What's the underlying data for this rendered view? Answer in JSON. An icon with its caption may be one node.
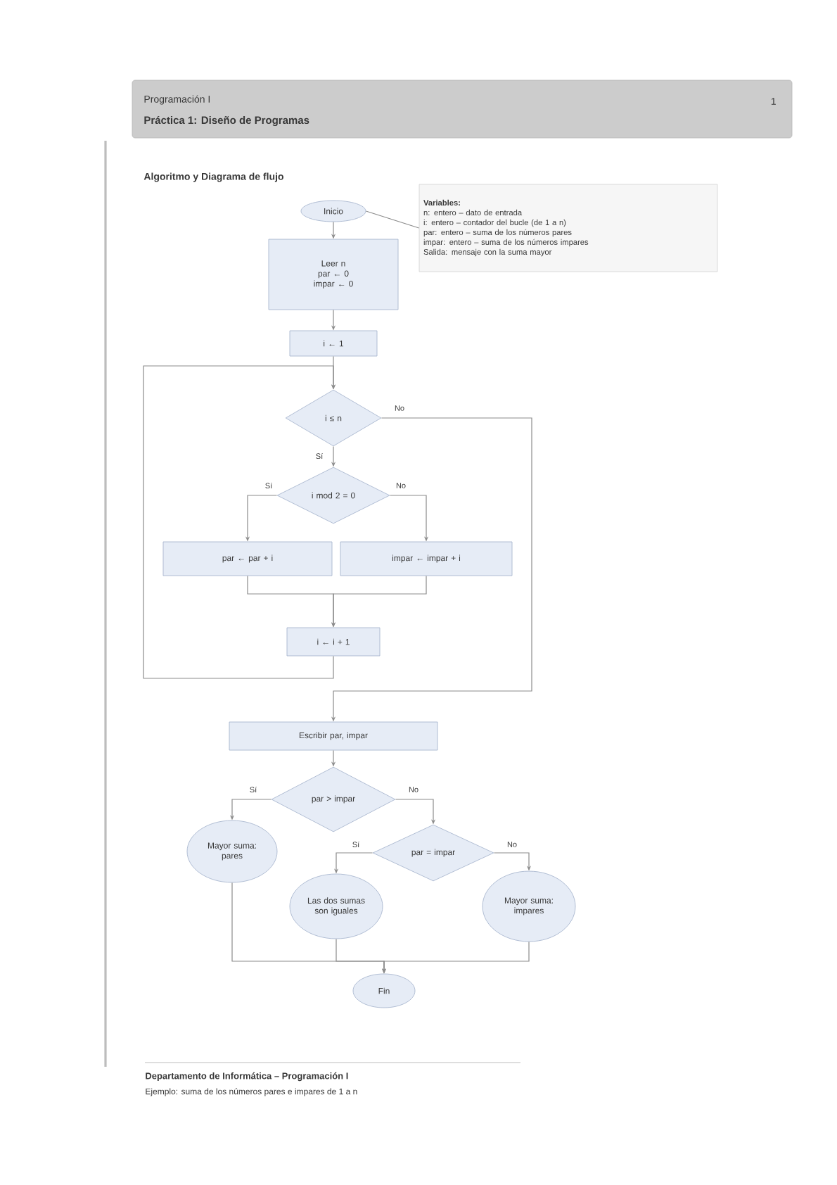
{
  "diagram": {
    "title": "Algoritmo y Diagrama de flujo",
    "nodes": [
      {
        "text": [
          "Programación I",
          "Práctica 1: Diseño de Programas",
          "1"
        ]
      },
      {
        "text": [
          "Inicio"
        ]
      },
      {
        "text": [
          "Variables:",
          "n: entero – dato de entrada",
          "i: entero – contador del bucle (de 1 a n)",
          "par: entero – suma de los números pares",
          "impar: entero – suma de los números impares",
          "Salida: mensaje con la suma mayor"
        ]
      },
      {
        "text": [
          "Leer n",
          "par ← 0",
          "impar ← 0"
        ]
      },
      {
        "text": [
          "i ← 1"
        ]
      },
      {
        "text": [
          "i ≤ n"
        ]
      },
      {
        "text": [
          "i mod 2 = 0"
        ]
      },
      {
        "text": [
          "par ← par + i"
        ]
      },
      {
        "text": [
          "impar ← impar + i"
        ]
      },
      {
        "text": [
          "i ← i + 1"
        ]
      },
      {
        "text": [
          "Escribir par, impar"
        ]
      },
      {
        "text": [
          "par > impar"
        ]
      },
      {
        "text": [
          "Mayor suma: pares"
        ]
      },
      {
        "text": [
          "par = impar"
        ]
      },
      {
        "text": [
          "Las dos sumas son iguales"
        ]
      },
      {
        "text": [
          "Mayor suma: impares"
        ]
      },
      {
        "text": [
          "Fin"
        ]
      }
    ],
    "edges": [
      {
        "from": 1,
        "to": 3,
        "arrow": "to"
      },
      {
        "from": 1,
        "to": 2,
        "arrow": "none"
      },
      {
        "from": 3,
        "to": 4,
        "arrow": "to"
      },
      {
        "from": 4,
        "to": 5,
        "arrow": "to"
      },
      {
        "from": 5,
        "to": 6,
        "arrow": "to",
        "label": "Sí"
      },
      {
        "from": 5,
        "to": 10,
        "arrow": "to",
        "label": "No"
      },
      {
        "from": 6,
        "to": 7,
        "arrow": "to",
        "label": "Sí"
      },
      {
        "from": 6,
        "to": 8,
        "arrow": "to",
        "label": "No"
      },
      {
        "from": 7,
        "to": 9,
        "arrow": "to"
      },
      {
        "from": 8,
        "to": 9,
        "arrow": "to"
      },
      {
        "from": 9,
        "to": 5,
        "arrow": "to"
      },
      {
        "from": 10,
        "to": 11,
        "arrow": "to"
      },
      {
        "from": 11,
        "to": 12,
        "arrow": "to",
        "label": "Sí"
      },
      {
        "from": 11,
        "to": 13,
        "arrow": "to",
        "label": "No"
      },
      {
        "from": 13,
        "to": 14,
        "arrow": "to",
        "label": "Sí"
      },
      {
        "from": 13,
        "to": 15,
        "arrow": "to",
        "label": "No"
      },
      {
        "from": 12,
        "to": 16,
        "arrow": "to"
      },
      {
        "from": 14,
        "to": 16,
        "arrow": "to"
      },
      {
        "from": 15,
        "to": 16,
        "arrow": "to"
      }
    ],
    "labels": [
      "Departamento de Informática – Programación I",
      "Ejemplo: suma de los números pares e impares de 1 a n"
    ]
  }
}
